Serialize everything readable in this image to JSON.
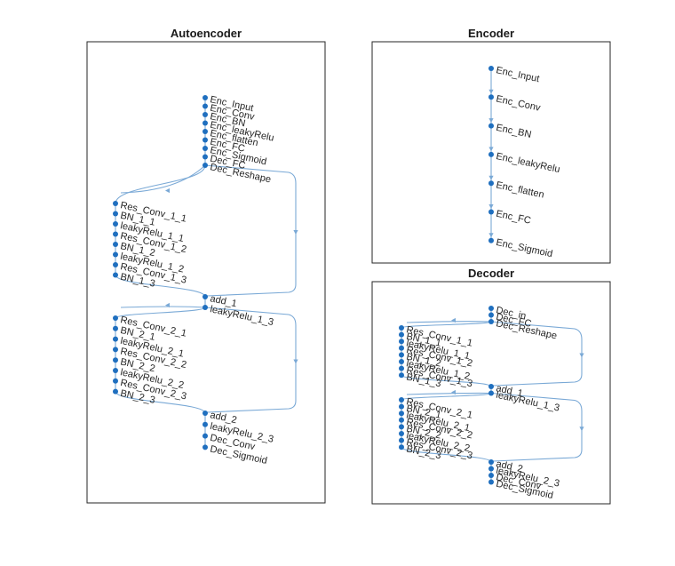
{
  "colors": {
    "node": "#1f6fbf",
    "edge": "#7aa9d6",
    "frame": "#262626",
    "text": "#262626"
  },
  "panels": [
    {
      "title": "Autoencoder",
      "nodes": [
        "Enc_Input",
        "Enc_Conv",
        "Enc_BN",
        "Enc_leakyRelu",
        "Enc_flatten",
        "Enc_FC",
        "Enc_Sigmoid",
        "Dec_FC",
        "Dec_Reshape",
        "Res_Conv_1_1",
        "BN_1_1",
        "leakyRelu_1_1",
        "Res_Conv_1_2",
        "BN_1_2",
        "leakyRelu_1_2",
        "Res_Conv_1_3",
        "BN_1_3",
        "add_1",
        "leakyRelu_1_3",
        "Res_Conv_2_1",
        "BN_2_1",
        "leakyRelu_2_1",
        "Res_Conv_2_2",
        "BN_2_2",
        "leakyRelu_2_2",
        "Res_Conv_2_3",
        "BN_2_3",
        "add_2",
        "leakyRelu_2_3",
        "Dec_Conv",
        "Dec_Sigmoid"
      ]
    },
    {
      "title": "Encoder",
      "nodes": [
        "Enc_Input",
        "Enc_Conv",
        "Enc_BN",
        "Enc_leakyRelu",
        "Enc_flatten",
        "Enc_FC",
        "Enc_Sigmoid"
      ]
    },
    {
      "title": "Decoder",
      "nodes": [
        "Dec_in",
        "Dec_FC",
        "Dec_Reshape",
        "Res_Conv_1_1",
        "BN_1_1",
        "leakyRelu_1_1",
        "Res_Conv_1_2",
        "BN_1_2",
        "leakyRelu_1_2",
        "Res_Conv_1_3",
        "BN_1_3",
        "add_1",
        "leakyRelu_1_3",
        "Res_Conv_2_1",
        "BN_2_1",
        "leakyRelu_2_1",
        "Res_Conv_2_2",
        "BN_2_2",
        "leakyRelu_2_2",
        "Res_Conv_2_3",
        "BN_2_3",
        "add_2",
        "leakyRelu_2_3",
        "Dec_Conv",
        "Dec_Sigmoid"
      ]
    }
  ]
}
